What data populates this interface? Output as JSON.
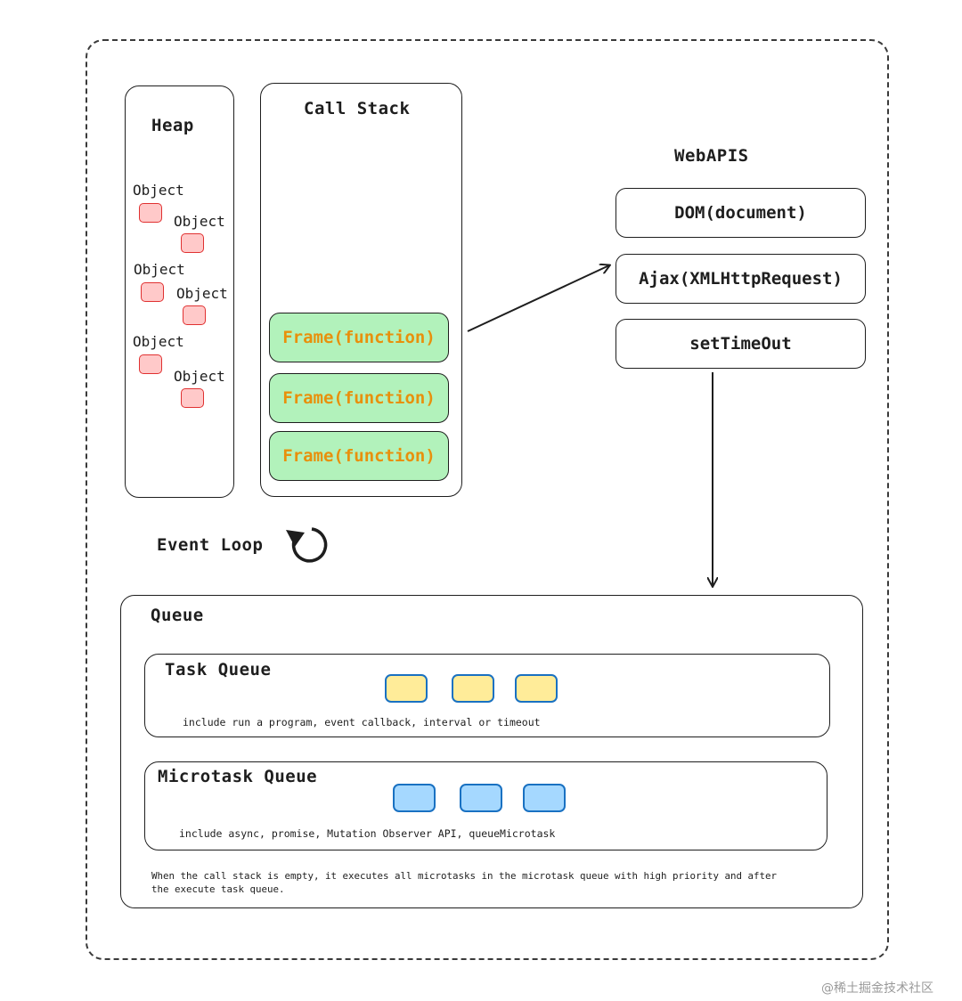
{
  "heap": {
    "title": "Heap",
    "objects": [
      "Object",
      "Object",
      "Object",
      "Object",
      "Object",
      "Object"
    ]
  },
  "call_stack": {
    "title": "Call Stack",
    "frames": [
      "Frame(function)",
      "Frame(function)",
      "Frame(function)"
    ]
  },
  "web_apis": {
    "title": "WebAPIS",
    "items": [
      "DOM(document)",
      "Ajax(XMLHttpRequest)",
      "setTimeOut"
    ]
  },
  "event_loop": {
    "label": "Event Loop"
  },
  "queue": {
    "title": "Queue",
    "task_queue": {
      "title": "Task Queue",
      "description": "include run a program, event callback, interval or timeout"
    },
    "microtask_queue": {
      "title": "Microtask Queue",
      "description": "include async, promise, Mutation Observer API, queueMicrotask"
    },
    "note_line1": "When the call stack is empty, it executes all microtasks in the microtask queue with high priority and after",
    "note_line2": "the execute task queue."
  },
  "watermark": "@稀土掘金技术社区",
  "colors": {
    "frame_fill": "#b2f2bb",
    "frame_text": "#e8900c",
    "heap_object_fill": "#ffc9c9",
    "heap_object_stroke": "#e03131",
    "task_fill": "#ffec99",
    "microtask_fill": "#a5d8ff",
    "queue_item_stroke": "#1971c2"
  }
}
